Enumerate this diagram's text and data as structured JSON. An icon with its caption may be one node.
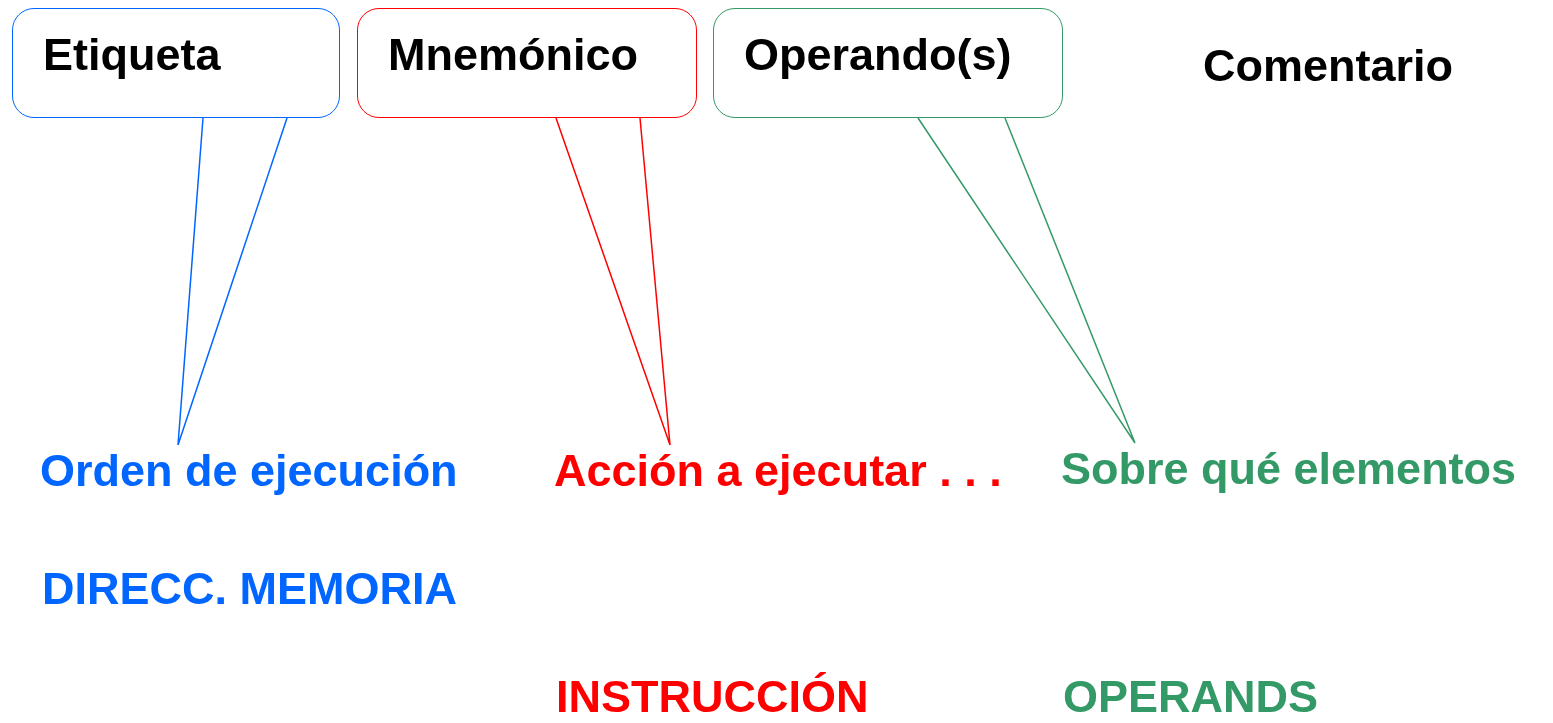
{
  "diagram": {
    "nodes": [
      {
        "text": [
          "Etiqueta"
        ]
      },
      {
        "text": [
          "Mnemónico"
        ]
      },
      {
        "text": [
          "Operando(s)"
        ]
      },
      {
        "text": [
          "Orden de ejecución"
        ]
      },
      {
        "text": [
          "Acción a ejecutar . . ."
        ]
      },
      {
        "text": [
          "Sobre qué elementos"
        ]
      }
    ],
    "edges": [
      {
        "from": 0,
        "to": 3,
        "arrow": "none",
        "color": "#0066ff"
      },
      {
        "from": 1,
        "to": 4,
        "arrow": "none",
        "color": "#ff0000"
      },
      {
        "from": 2,
        "to": 5,
        "arrow": "none",
        "color": "#339966"
      }
    ],
    "labels": [
      "Comentario",
      "DIRECC. MEMORIA",
      "INSTRUCCIÓN",
      "OPERANDS"
    ]
  }
}
